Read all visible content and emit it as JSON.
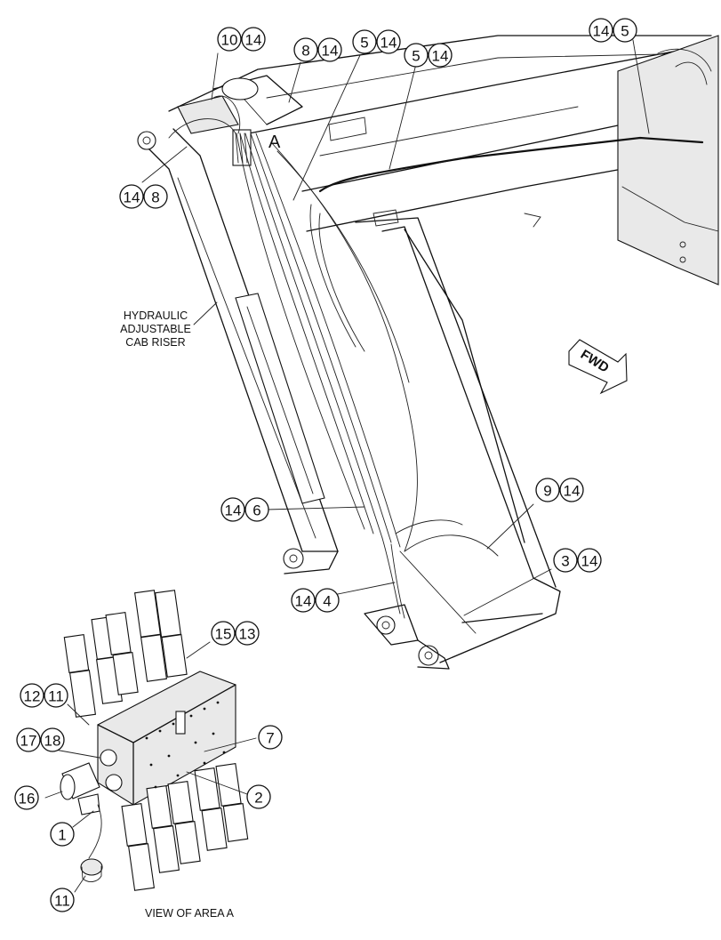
{
  "callouts": [
    {
      "id": "c1",
      "nums": [
        "10",
        "14"
      ]
    },
    {
      "id": "c2",
      "nums": [
        "8",
        "14"
      ]
    },
    {
      "id": "c3",
      "nums": [
        "5",
        "14"
      ]
    },
    {
      "id": "c4",
      "nums": [
        "5",
        "14"
      ]
    },
    {
      "id": "c5",
      "nums": [
        "14",
        "5"
      ]
    },
    {
      "id": "c6",
      "nums": [
        "14",
        "8"
      ]
    },
    {
      "id": "c7",
      "nums": [
        "9",
        "14"
      ]
    },
    {
      "id": "c8",
      "nums": [
        "14",
        "6"
      ]
    },
    {
      "id": "c9",
      "nums": [
        "3",
        "14"
      ]
    },
    {
      "id": "c10",
      "nums": [
        "14",
        "4"
      ]
    },
    {
      "id": "c11",
      "nums": [
        "15",
        "13"
      ]
    },
    {
      "id": "c12",
      "nums": [
        "12",
        "11"
      ]
    },
    {
      "id": "c13",
      "nums": [
        "17",
        "18"
      ]
    },
    {
      "id": "c14",
      "nums": [
        "7"
      ]
    },
    {
      "id": "c15",
      "nums": [
        "16"
      ]
    },
    {
      "id": "c16",
      "nums": [
        "2"
      ]
    },
    {
      "id": "c17",
      "nums": [
        "1"
      ]
    },
    {
      "id": "c18",
      "nums": [
        "11"
      ]
    }
  ],
  "labels": {
    "area_marker": "A",
    "cab_riser_line1": "HYDRAULIC",
    "cab_riser_line2": "ADJUSTABLE",
    "cab_riser_line3": "CAB RISER",
    "forward_arrow": "FWD",
    "view_caption": "VIEW OF AREA A"
  }
}
